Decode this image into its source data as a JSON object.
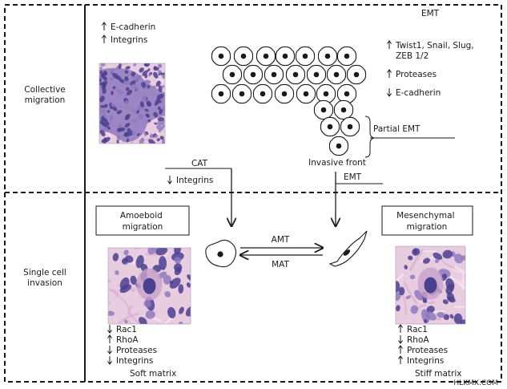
{
  "regions": {
    "collective": "Collective\nmigration",
    "single": "Single cell\ninvasion"
  },
  "collective_markers": [
    {
      "dir": "up",
      "label": "E-cadherin"
    },
    {
      "dir": "up",
      "label": "Integrins"
    }
  ],
  "emt_panel": {
    "title": "EMT",
    "markers": [
      {
        "dir": "up",
        "label": "Twist1, Snail, Slug,\nZEB 1/2"
      },
      {
        "dir": "up",
        "label": "Proteases"
      },
      {
        "dir": "down",
        "label": "E-cadherin"
      }
    ]
  },
  "labels": {
    "partial_emt": "Partial EMT",
    "invasive_front": "Invasive front",
    "emt": "EMT",
    "cat": "CAT",
    "amt": "AMT",
    "mat": "MAT"
  },
  "cat_markers": [
    {
      "dir": "down",
      "label": "Integrins"
    }
  ],
  "amoeboid": {
    "title": "Amoeboid\nmigration",
    "markers": [
      {
        "dir": "down",
        "label": "Rac1"
      },
      {
        "dir": "up",
        "label": "RhoA"
      },
      {
        "dir": "down",
        "label": "Proteases"
      },
      {
        "dir": "down",
        "label": "Integrins"
      }
    ],
    "matrix": "Soft matrix"
  },
  "mesenchymal": {
    "title": "Mesenchymal\nmigration",
    "markers": [
      {
        "dir": "up",
        "label": "Rac1"
      },
      {
        "dir": "down",
        "label": "RhoA"
      },
      {
        "dir": "up",
        "label": "Proteases"
      },
      {
        "dir": "up",
        "label": "Integrins"
      }
    ],
    "matrix": "Stiff matrix"
  },
  "watermark": "HLKMX.COM",
  "colors": {
    "stroke": "#1a1a1a",
    "histology_bg": "#e8cde0",
    "histology_dark": "#4b3f8f",
    "histology_mid": "#8e79bd"
  }
}
